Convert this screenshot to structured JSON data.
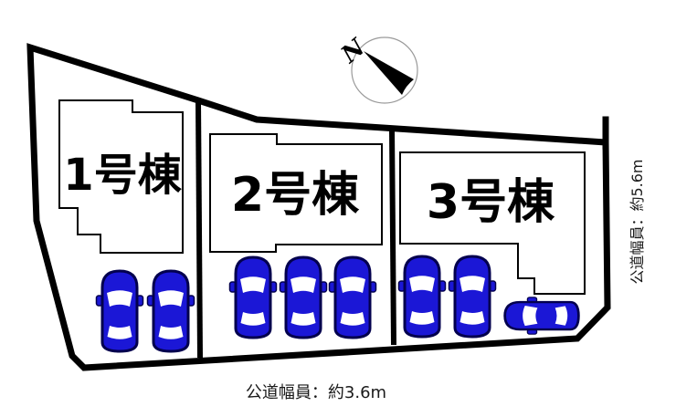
{
  "plan": {
    "buildings": [
      {
        "label": "1号棟"
      },
      {
        "label": "2号棟"
      },
      {
        "label": "3号棟"
      }
    ],
    "road_labels": {
      "bottom": "公道幅員：約3.6m",
      "right": "公道幅員：約5.6m"
    },
    "compass": {
      "label": "N"
    },
    "cars": {
      "lot1_count": 2,
      "lot2_count": 3,
      "lot3_count": 3,
      "icon": "car-top-icon"
    },
    "colors": {
      "car_body": "#1b17d6",
      "car_outline": "#03004e",
      "boundary": "#000000",
      "background": "#ffffff"
    }
  }
}
